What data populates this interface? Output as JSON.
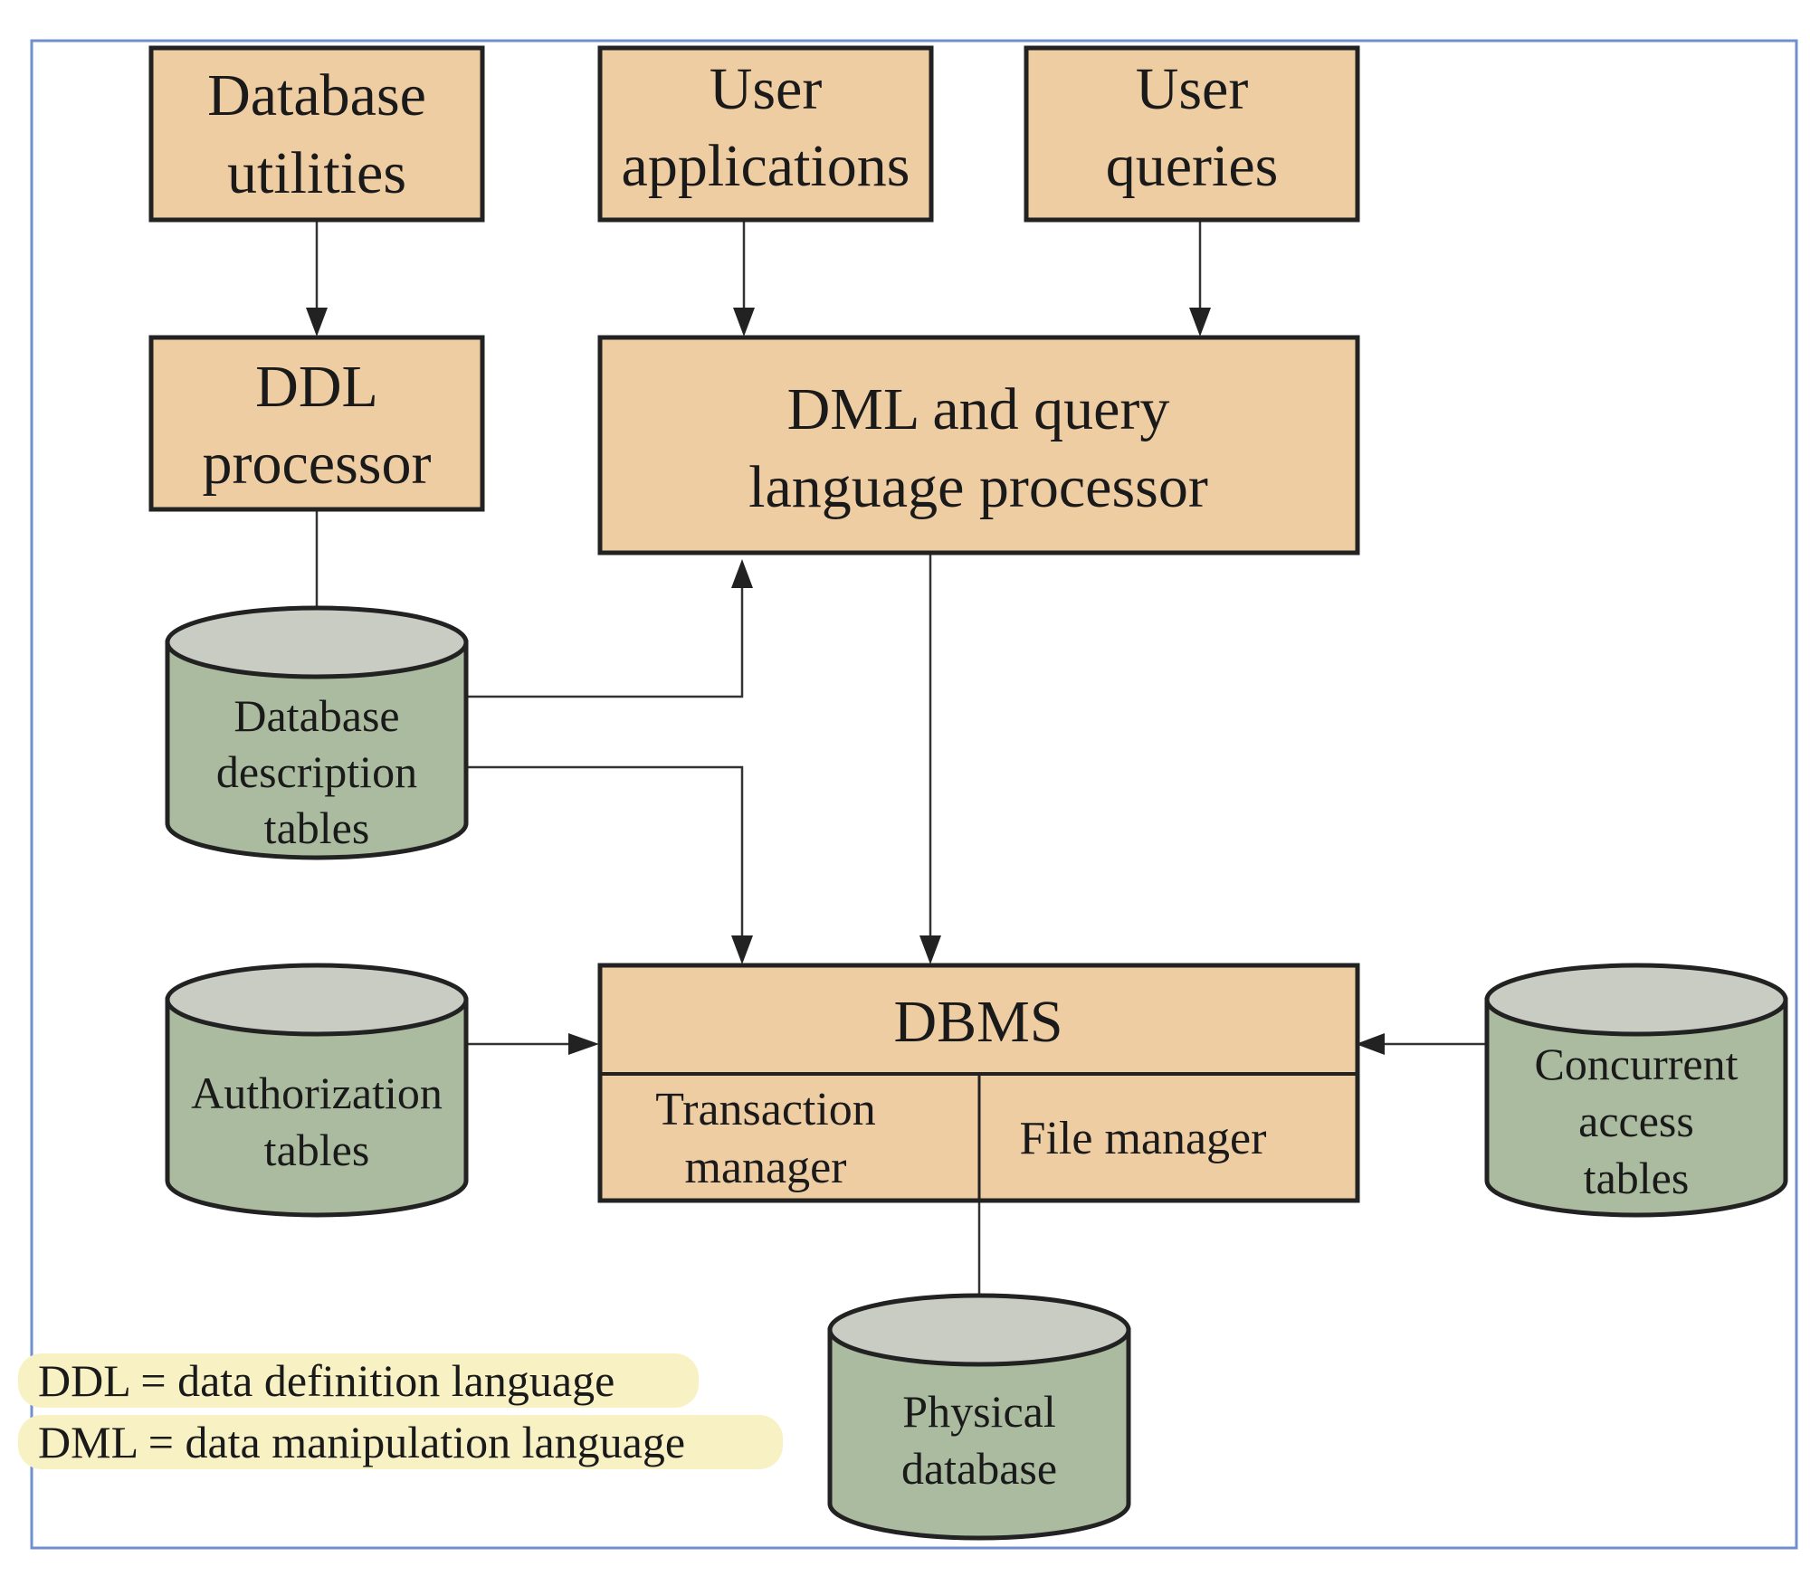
{
  "diagram": {
    "nodes": {
      "db_utilities": {
        "lines": [
          "Database",
          "utilities"
        ]
      },
      "user_applications": {
        "lines": [
          "User",
          "applications"
        ]
      },
      "user_queries": {
        "lines": [
          "User",
          "queries"
        ]
      },
      "ddl_processor": {
        "lines": [
          "DDL",
          "processor"
        ]
      },
      "dml_processor": {
        "lines": [
          "DML and query",
          "language processor"
        ]
      },
      "db_description_tables": {
        "lines": [
          "Database",
          "description",
          "tables"
        ]
      },
      "dbms": {
        "title": "DBMS",
        "transaction_manager": [
          "Transaction",
          "manager"
        ],
        "file_manager": "File manager"
      },
      "authorization_tables": {
        "lines": [
          "Authorization",
          "tables"
        ]
      },
      "concurrent_access_tables": {
        "lines": [
          "Concurrent",
          "access",
          "tables"
        ]
      },
      "physical_database": {
        "lines": [
          "Physical",
          "database"
        ]
      }
    },
    "legend": [
      "DDL = data definition language",
      "DML = data manipulation language"
    ]
  },
  "colors": {
    "process_box": "#efcda3",
    "table_cylinder": "#abbb9f",
    "cylinder_top": "#c9ccc3",
    "frame": "#6f8fce",
    "legend_highlight": "#f7f1c4"
  }
}
